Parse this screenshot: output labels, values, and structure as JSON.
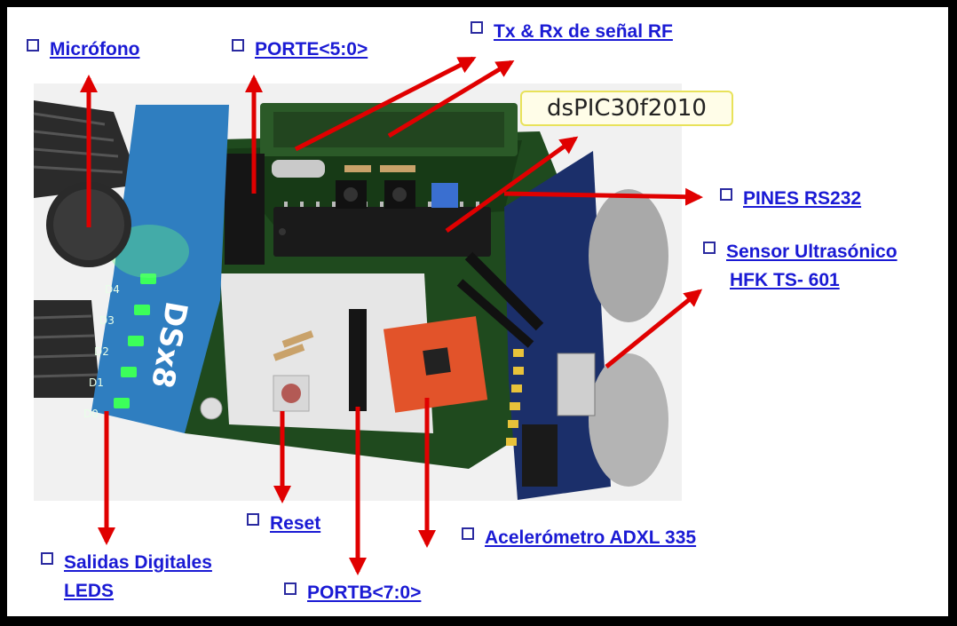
{
  "labels": {
    "microfono": "Micrófono",
    "porte": "PORTE<5:0>",
    "txrx": "Tx & Rx de señal RF",
    "pines": "PINES RS232",
    "sensor_line1": "Sensor Ultrasónico",
    "sensor_line2": "HFK TS- 601",
    "reset": "Reset",
    "acelerometro": "Acelerómetro ADXL 335",
    "portb": "PORTB<7:0>",
    "salidas_line1": "Salidas Digitales",
    "salidas_line2": "LEDS",
    "chip": "dsPIC30f2010",
    "board_marking": "DSx8"
  },
  "led_labels": [
    "D4",
    "D3",
    "D2",
    "D1",
    "D0"
  ],
  "colors": {
    "label_text": "#1a1ad4",
    "arrow": "#e00000",
    "board_blue": "#2f7ec0",
    "pcb_green": "#1f4a1e",
    "sensor_board": "#1b2f6a",
    "accelerometer": "#e2532a"
  }
}
